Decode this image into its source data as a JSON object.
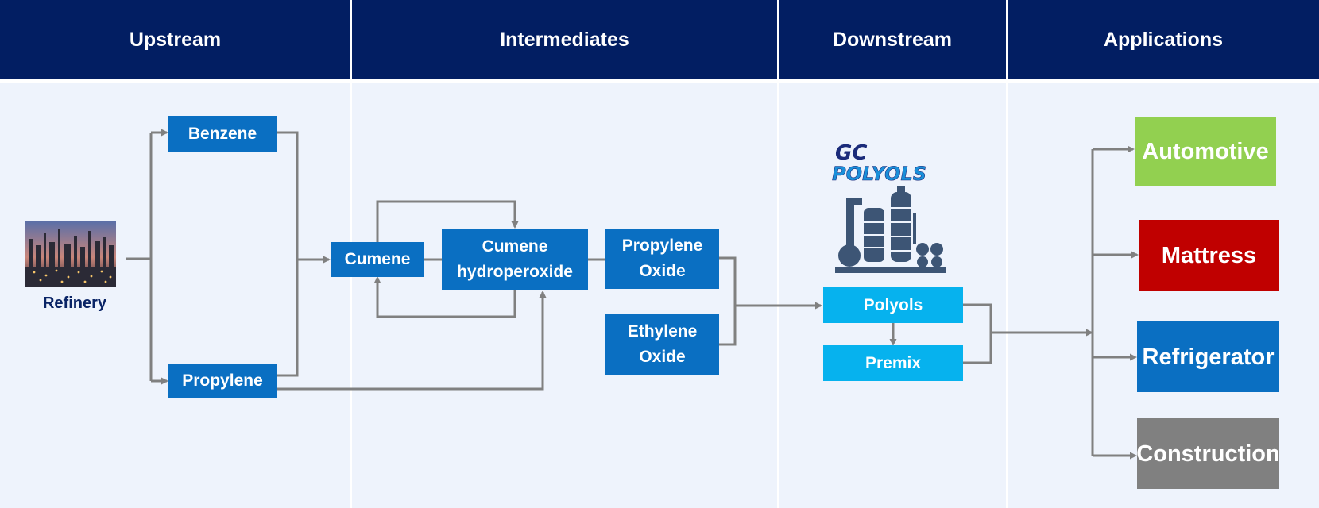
{
  "columns": [
    {
      "header": "Upstream"
    },
    {
      "header": "Intermediates"
    },
    {
      "header": "Downstream"
    },
    {
      "header": "Applications"
    }
  ],
  "nodes": {
    "refinery": "Refinery",
    "benzene": "Benzene",
    "propylene": "Propylene",
    "cumene": "Cumene",
    "cumene_hp_line1": "Cumene",
    "cumene_hp_line2": "hydroperoxide",
    "propylene_oxide_line1": "Propylene",
    "propylene_oxide_line2": "Oxide",
    "ethylene_oxide_line1": "Ethylene",
    "ethylene_oxide_line2": "Oxide",
    "polyols": "Polyols",
    "premix": "Premix"
  },
  "logo": {
    "line1": "GC",
    "line2": "POLYOLS"
  },
  "applications": [
    {
      "label": "Automotive",
      "color": "#92d050"
    },
    {
      "label": "Mattress",
      "color": "#c00000"
    },
    {
      "label": "Refrigerator",
      "color": "#0a6fc2"
    },
    {
      "label": "Construction",
      "color": "#808080"
    }
  ],
  "colors": {
    "header_bg": "#021e62",
    "column_bg": "#eef3fc",
    "node_blue": "#0a6fc2",
    "node_cyan": "#06b2ee",
    "arrow": "#808080"
  }
}
